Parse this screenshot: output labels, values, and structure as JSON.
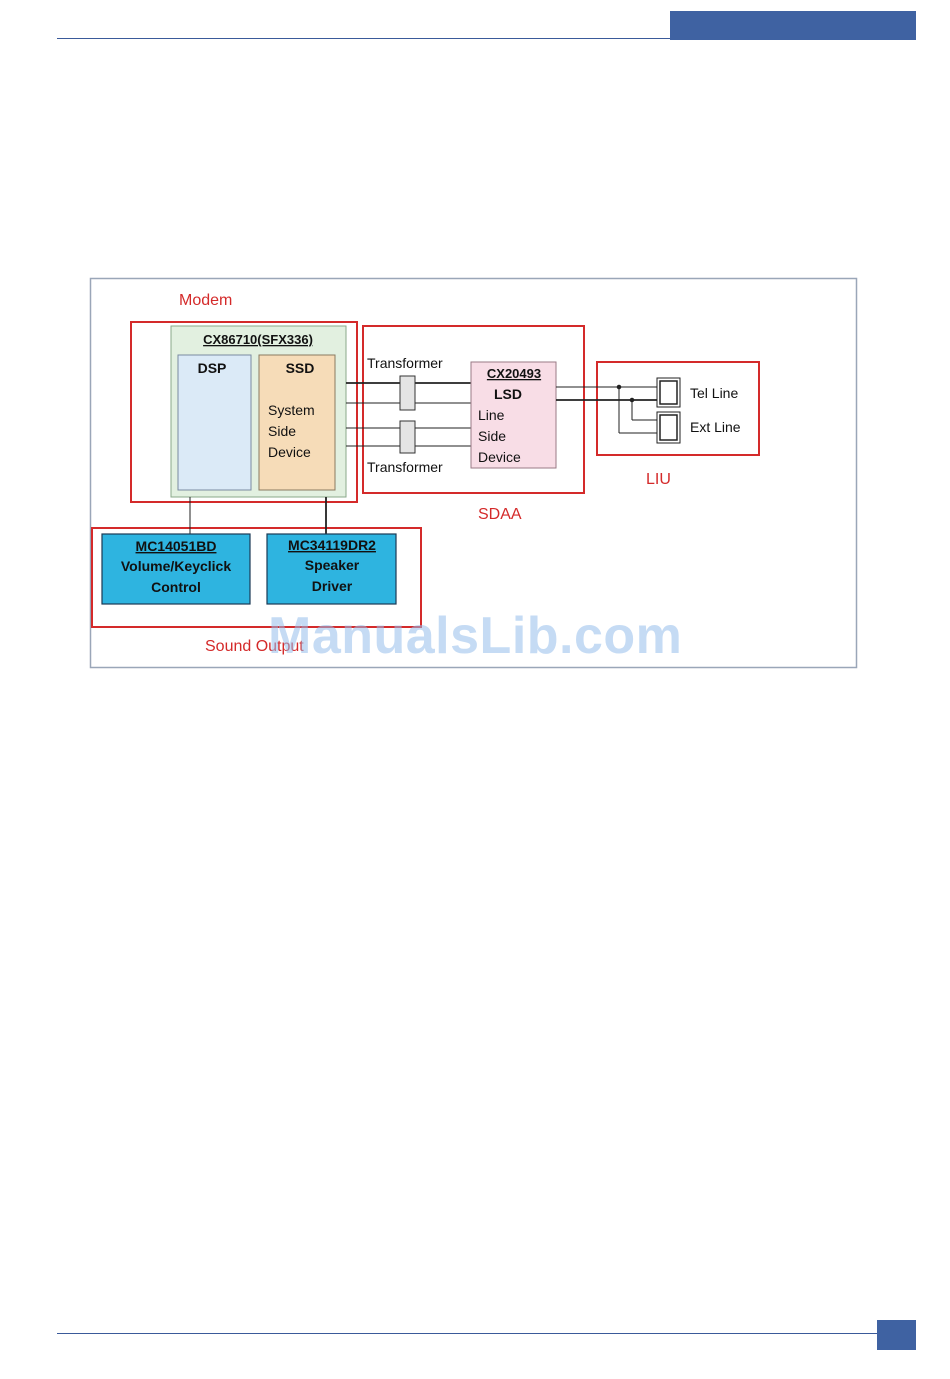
{
  "header": {
    "accent_color": "#3f62a2"
  },
  "diagram": {
    "group_labels": {
      "modem": "Modem",
      "sdaa": "SDAA",
      "liu": "LIU",
      "sound": "Sound Output"
    },
    "chip_main": {
      "title": "CX86710(SFX336)",
      "dsp": "DSP",
      "ssd": "SSD",
      "ssd_lines": [
        "System",
        "Side",
        "Device"
      ]
    },
    "transformer_top": "Transformer",
    "transformer_bottom": "Transformer",
    "chip_lsd": {
      "title": "CX20493",
      "abbr": "LSD",
      "lines": [
        "Line",
        "Side",
        "Device"
      ]
    },
    "ports": {
      "tel": "Tel Line",
      "ext": "Ext Line"
    },
    "sound_chip_1": {
      "part": "MC14051BD",
      "line1": "Volume/Keyclick",
      "line2": "Control"
    },
    "sound_chip_2": {
      "part": "MC34119DR2",
      "line1": "Speaker",
      "line2": "Driver"
    },
    "colors": {
      "group_border": "#d42a2a",
      "chip_main_bg": "#e2f0e0",
      "dsp_bg": "#dbeaf7",
      "ssd_bg": "#f6dcb8",
      "lsd_bg": "#f8dde6",
      "sound_chip_bg": "#2eb4e0"
    }
  },
  "watermark": "ManualsLib.com"
}
